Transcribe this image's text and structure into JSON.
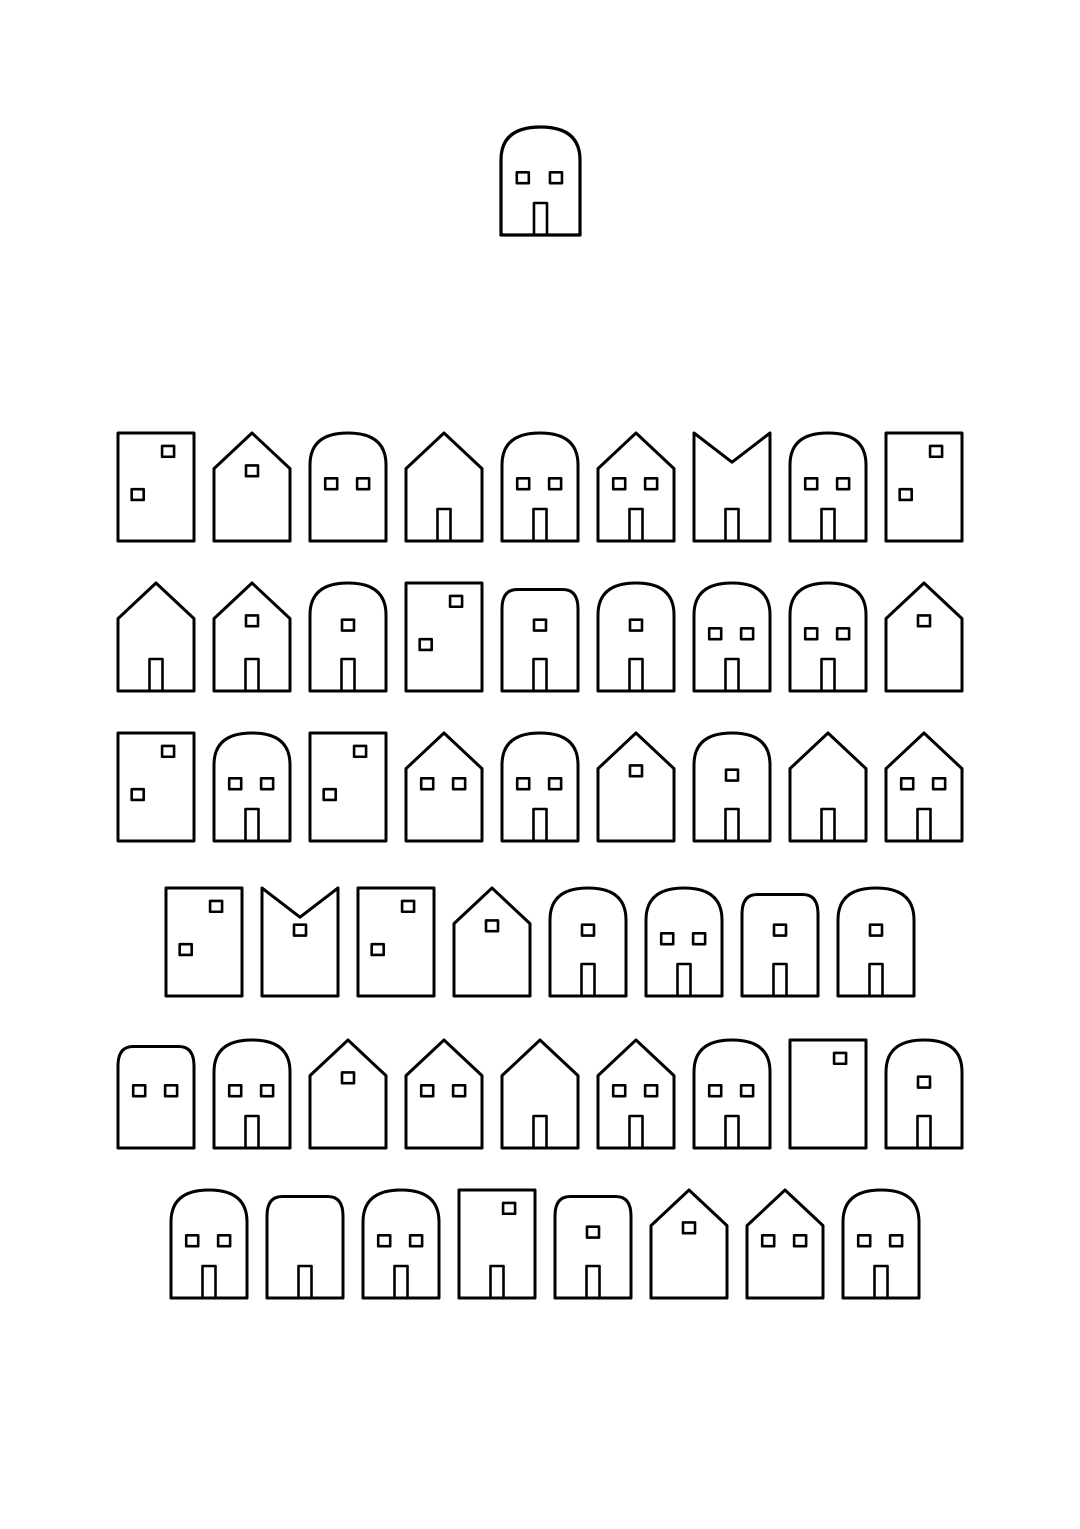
{
  "illustration": {
    "background": "#ffffff",
    "stroke_color": "#000000",
    "lone_house": {
      "shape": "round",
      "windows": 2,
      "door": true
    },
    "rows": [
      [
        {
          "shape": "tall",
          "windows": 2,
          "door": false
        },
        {
          "shape": "gable",
          "windows": 1,
          "door": false
        },
        {
          "shape": "round",
          "windows": 2,
          "door": false
        },
        {
          "shape": "gable",
          "windows": 0,
          "door": true
        },
        {
          "shape": "round",
          "windows": 2,
          "door": true
        },
        {
          "shape": "gable",
          "windows": 2,
          "door": true
        },
        {
          "shape": "notch",
          "windows": 0,
          "door": true
        },
        {
          "shape": "round",
          "windows": 2,
          "door": true
        },
        {
          "shape": "tall",
          "windows": 2,
          "door": false
        }
      ],
      [
        {
          "shape": "gable",
          "windows": 0,
          "door": true
        },
        {
          "shape": "gable",
          "windows": 1,
          "door": true
        },
        {
          "shape": "round",
          "windows": 1,
          "door": true
        },
        {
          "shape": "tall",
          "windows": 2,
          "door": false
        },
        {
          "shape": "wide",
          "windows": 1,
          "door": true
        },
        {
          "shape": "round",
          "windows": 1,
          "door": true
        },
        {
          "shape": "round",
          "windows": 2,
          "door": true
        },
        {
          "shape": "round",
          "windows": 2,
          "door": true
        },
        {
          "shape": "gable",
          "windows": 1,
          "door": false
        }
      ],
      [
        {
          "shape": "tall",
          "windows": 2,
          "door": false
        },
        {
          "shape": "round",
          "windows": 2,
          "door": true
        },
        {
          "shape": "tall",
          "windows": 2,
          "door": false
        },
        {
          "shape": "gable",
          "windows": 2,
          "door": false
        },
        {
          "shape": "round",
          "windows": 2,
          "door": true
        },
        {
          "shape": "gable",
          "windows": 1,
          "door": false
        },
        {
          "shape": "round",
          "windows": 1,
          "door": true
        },
        {
          "shape": "gable",
          "windows": 0,
          "door": true
        },
        {
          "shape": "gable",
          "windows": 2,
          "door": true
        }
      ],
      [
        {
          "shape": "tall",
          "windows": 2,
          "door": false
        },
        {
          "shape": "notch",
          "windows": 1,
          "door": false
        },
        {
          "shape": "tall",
          "windows": 2,
          "door": false
        },
        {
          "shape": "gable",
          "windows": 1,
          "door": false
        },
        {
          "shape": "round",
          "windows": 1,
          "door": true
        },
        {
          "shape": "round",
          "windows": 2,
          "door": true
        },
        {
          "shape": "wide",
          "windows": 1,
          "door": true
        },
        {
          "shape": "round",
          "windows": 1,
          "door": true
        }
      ],
      [
        {
          "shape": "wide",
          "windows": 2,
          "door": false
        },
        {
          "shape": "round",
          "windows": 2,
          "door": true
        },
        {
          "shape": "gable",
          "windows": 1,
          "door": false
        },
        {
          "shape": "gable",
          "windows": 2,
          "door": false
        },
        {
          "shape": "gable",
          "windows": 0,
          "door": true
        },
        {
          "shape": "gable",
          "windows": 2,
          "door": true
        },
        {
          "shape": "round",
          "windows": 2,
          "door": true
        },
        {
          "shape": "tall",
          "windows": 1,
          "door": false
        },
        {
          "shape": "round",
          "windows": 1,
          "door": true
        }
      ],
      [
        {
          "shape": "round",
          "windows": 2,
          "door": true
        },
        {
          "shape": "wide",
          "windows": 0,
          "door": true
        },
        {
          "shape": "round",
          "windows": 2,
          "door": true
        },
        {
          "shape": "tall",
          "windows": 1,
          "door": true
        },
        {
          "shape": "wide",
          "windows": 1,
          "door": true
        },
        {
          "shape": "gable",
          "windows": 1,
          "door": false
        },
        {
          "shape": "gable",
          "windows": 2,
          "door": false
        },
        {
          "shape": "round",
          "windows": 2,
          "door": true
        }
      ]
    ]
  }
}
